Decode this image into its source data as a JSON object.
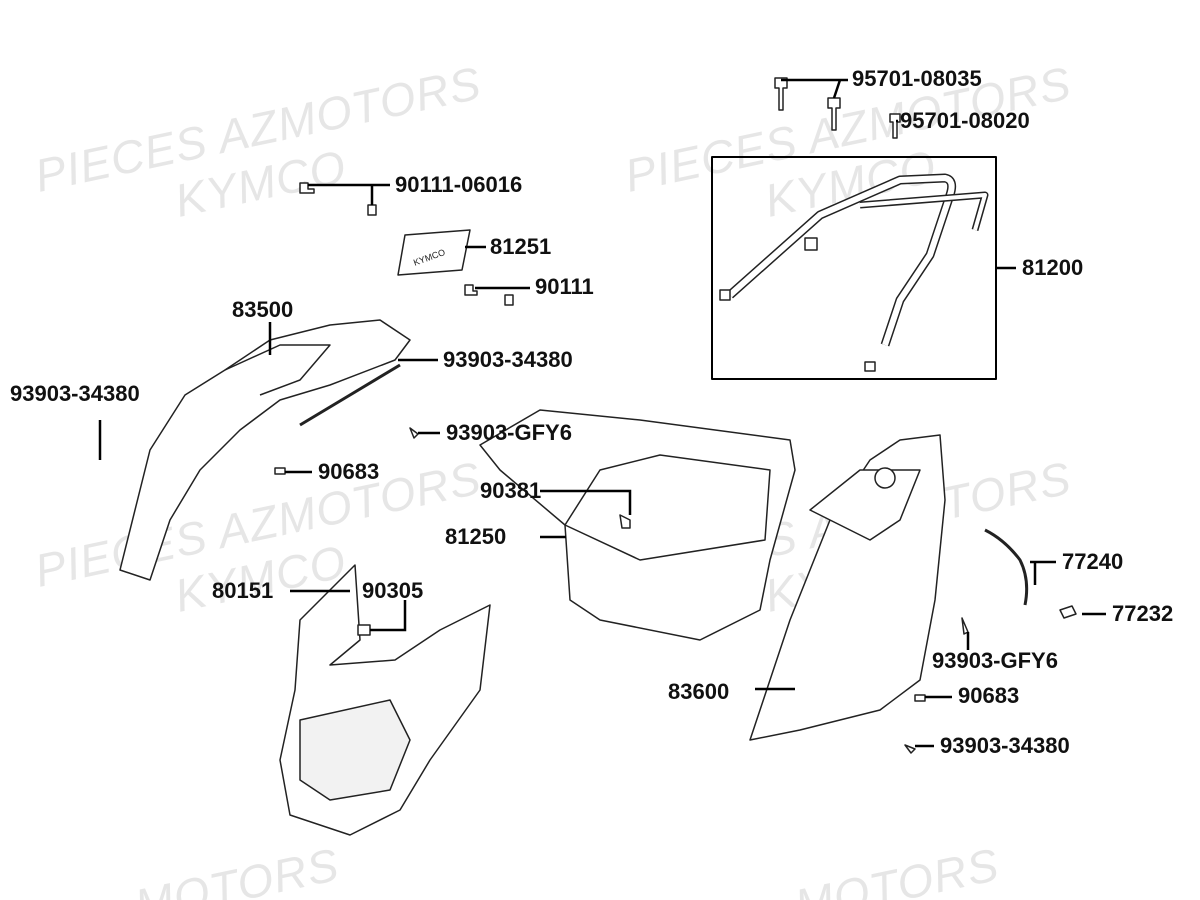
{
  "watermarks": {
    "line1": "PIECES AZMOTORS",
    "line2": "KYMCO",
    "partial": "MOTORS"
  },
  "decal_text": "KYMCO",
  "parts": [
    {
      "id": "p1",
      "label": "95701-08035"
    },
    {
      "id": "p2",
      "label": "95701-08020"
    },
    {
      "id": "p3",
      "label": "90111-06016"
    },
    {
      "id": "p4",
      "label": "81251"
    },
    {
      "id": "p5",
      "label": "90111"
    },
    {
      "id": "p6",
      "label": "83500"
    },
    {
      "id": "p7",
      "label": "93903-34380"
    },
    {
      "id": "p8",
      "label": "93903-34380"
    },
    {
      "id": "p9",
      "label": "93903-GFY6"
    },
    {
      "id": "p10",
      "label": "90683"
    },
    {
      "id": "p11",
      "label": "90381"
    },
    {
      "id": "p12",
      "label": "81250"
    },
    {
      "id": "p13",
      "label": "80151"
    },
    {
      "id": "p14",
      "label": "90305"
    },
    {
      "id": "p15",
      "label": "81200"
    },
    {
      "id": "p16",
      "label": "77240"
    },
    {
      "id": "p17",
      "label": "77232"
    },
    {
      "id": "p18",
      "label": "93903-GFY6"
    },
    {
      "id": "p19",
      "label": "90683"
    },
    {
      "id": "p20",
      "label": "83600"
    },
    {
      "id": "p21",
      "label": "93903-34380"
    }
  ]
}
